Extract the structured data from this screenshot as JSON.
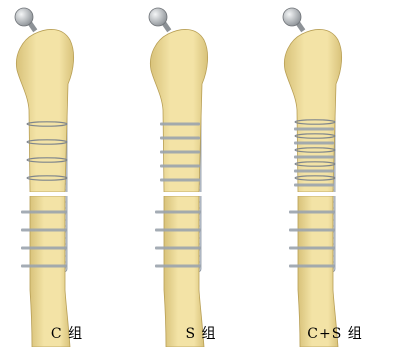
{
  "panels": [
    {
      "caption": "C 组",
      "variant": "C"
    },
    {
      "caption": "S 组",
      "variant": "S"
    },
    {
      "caption": "C+S 组",
      "variant": "CS"
    }
  ],
  "colors": {
    "bone": "#f3e3a6",
    "bone_shade": "#d8c27a",
    "bone_edge": "#b89f55",
    "plate": "#c7cfdc",
    "screw": "#9aa3ad",
    "head": "#cfd3d6"
  }
}
